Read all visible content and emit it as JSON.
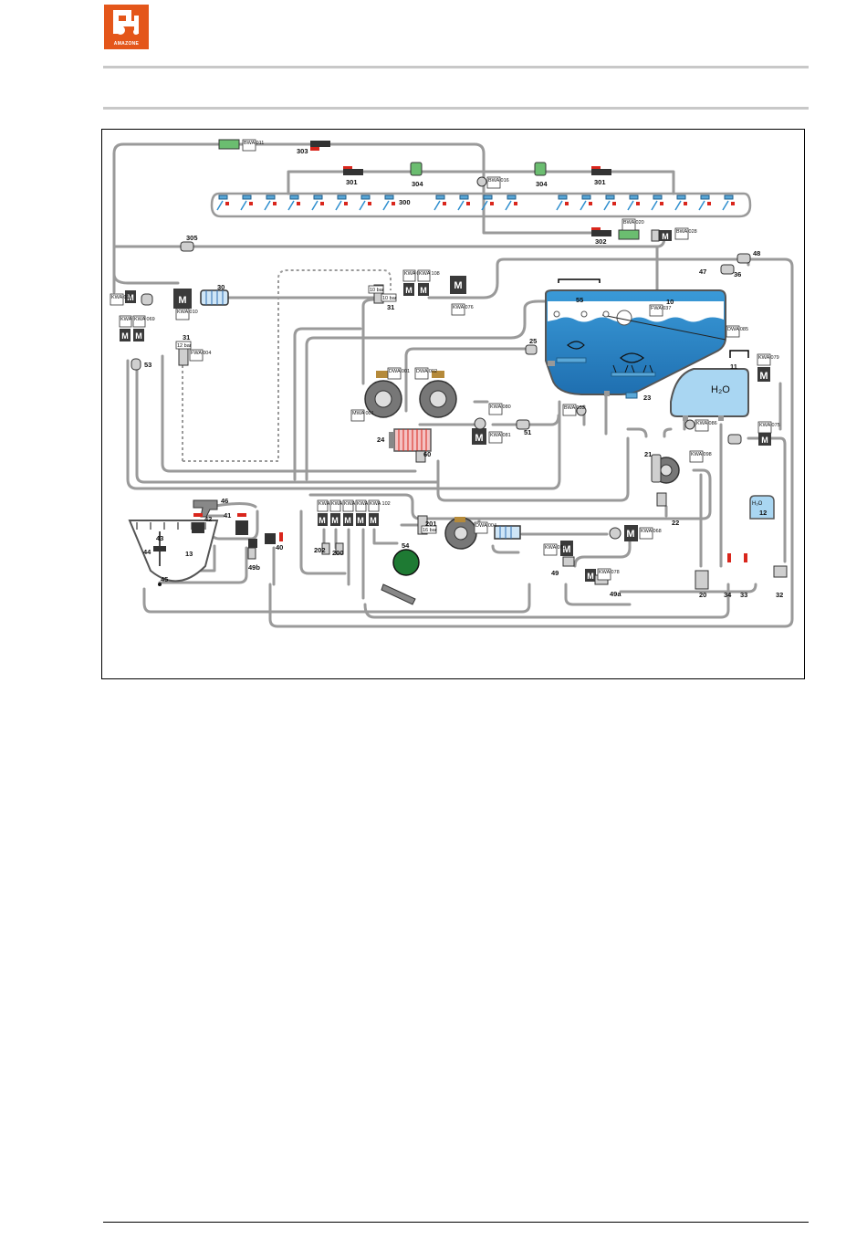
{
  "logo": {
    "text": "AMAZONE",
    "color": "#e4561a"
  },
  "colors": {
    "pipe": "#9a9a9a",
    "water": "#2f8fcf",
    "water_light": "#a9d6f2",
    "motor": "#3a3a3a",
    "valve_red": "#d9261c",
    "sensor": "#5aa8d8"
  },
  "components": {
    "c303": "303",
    "c301a": "301",
    "c301b": "301",
    "c304a": "304",
    "c304b": "304",
    "c300": "300",
    "c302": "302",
    "c305": "305",
    "c30": "30",
    "c31a": "31",
    "c31b": "31",
    "c53": "53",
    "c10": "10",
    "c55": "55",
    "c25": "25",
    "c23": "23",
    "c11": "11",
    "h2o": "H₂O",
    "c47": "47",
    "c48": "48",
    "c36": "36",
    "c24": "24",
    "c60": "60",
    "c51": "51",
    "c21": "21",
    "c22": "22",
    "c20": "20",
    "c34": "34",
    "c33": "33",
    "c32": "32",
    "c12": "12",
    "c46": "46",
    "c41": "41",
    "c42": "42",
    "c43": "43",
    "c44": "44",
    "c13": "13",
    "c45": "45",
    "c40": "40",
    "c49b": "49b",
    "c202": "202",
    "c200": "200",
    "c201": "201",
    "c54": "54",
    "c49": "49",
    "c49a": "49a"
  },
  "tags": {
    "bwa011": "BWA 011",
    "bwa016": "BWA 016",
    "bwa020": "BWA 020",
    "bwa028": "BWA 028",
    "kwa011": "KWA 011",
    "kwa010": "KWA 010",
    "kwa073": "KWA 073",
    "kwa069": "KWA 069",
    "kwa077": "KWA 077",
    "kwa108": "KWA 108",
    "kwa076": "KWA 076",
    "kwa079": "KWA 079",
    "kwa075": "KWA 075",
    "kwa098": "KWA 098",
    "kwa100": "KWA 100",
    "kwa101": "KWA 101",
    "kwa103": "KWA 103",
    "kwa074": "KWA 074",
    "kwa102": "KWA 102",
    "kwa071": "KWA 071",
    "kwa078": "KWA 078",
    "kwa068": "KWA 068",
    "kwa080": "KWA 080",
    "kwa081": "KWA 081",
    "kwa086": "KWA 086",
    "dwa001": "DWA 001",
    "dwa002": "DWA 002",
    "dwa004": "DWA 004",
    "mwa001": "MWA 001",
    "bwa033": "BWA 033",
    "fwa037": "FWA 037",
    "dwa085": "DWA 085",
    "fwa004": "FWA 004",
    "kwa040": "KWA 040",
    "kwa039": "KWA 039"
  },
  "pressure": {
    "p1": "10 bar",
    "p2": "10 bar",
    "p3": "12 bar",
    "p4": "16 bar"
  },
  "motor_label": "M"
}
